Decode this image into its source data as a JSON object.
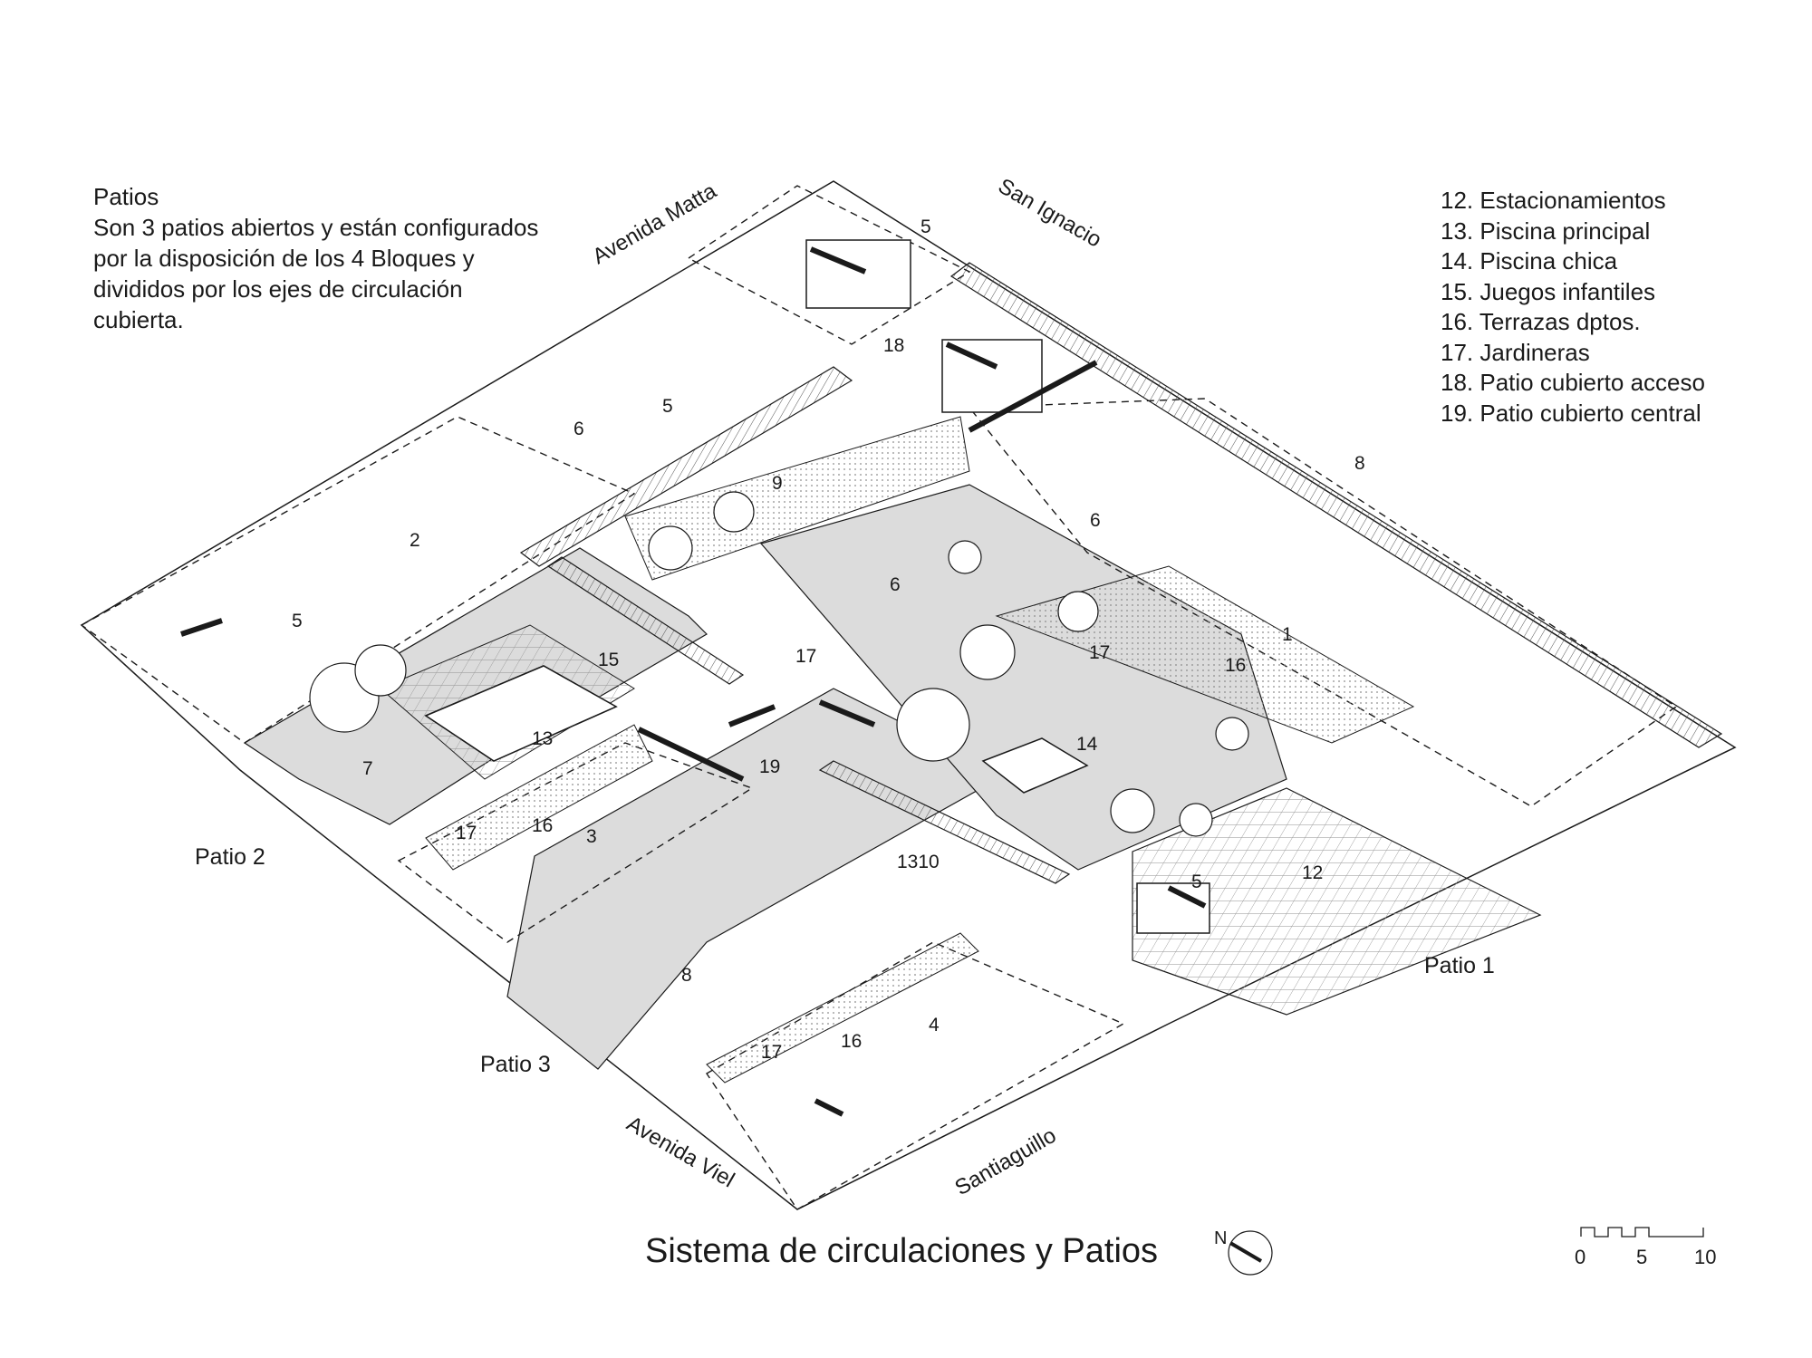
{
  "intro": {
    "title": "Patios",
    "lines": [
      "Son 3 patios abiertos y están configurados",
      "por la disposición de los 4 Bloques y",
      "divididos por los ejes de circulación",
      "cubierta."
    ]
  },
  "legend": [
    "12. Estacionamientos",
    "13. Piscina principal",
    "14. Piscina chica",
    "15. Juegos infantiles",
    "16. Terrazas dptos.",
    "17. Jardineras",
    "18. Patio cubierto acceso",
    "19. Patio cubierto central"
  ],
  "streets": {
    "matta": "Avenida Matta",
    "ignacio": "San Ignacio",
    "viel": "Avenida Viel",
    "santiaguillo": "Santiaguillo"
  },
  "patios": {
    "patio1": "Patio 1",
    "patio2": "Patio 2",
    "patio3": "Patio 3"
  },
  "zone_labels": {
    "n5a": "5",
    "n18": "18",
    "n5b": "5",
    "n6a": "6",
    "n9": "9",
    "n2": "2",
    "n5c": "5",
    "n6b": "6",
    "n6c": "6",
    "n8a": "8",
    "n1": "1",
    "n15": "15",
    "n17a": "17",
    "n17b": "17",
    "n16a": "16",
    "n13": "13",
    "n14": "14",
    "n7": "7",
    "n19": "19",
    "n17c": "17",
    "n16b": "16",
    "n3": "3",
    "n1310": "1310",
    "n12": "12",
    "n5d": "5",
    "n8b": "8",
    "n17d": "17",
    "n16c": "16",
    "n4": "4"
  },
  "caption": "Sistema de circulaciones y  Patios",
  "north": "N",
  "scale": [
    "0",
    "5",
    "10"
  ],
  "colors": {
    "ink": "#1a1a1a",
    "patio_fill": "#dcdcdc",
    "paving": "#f2f2f2"
  }
}
